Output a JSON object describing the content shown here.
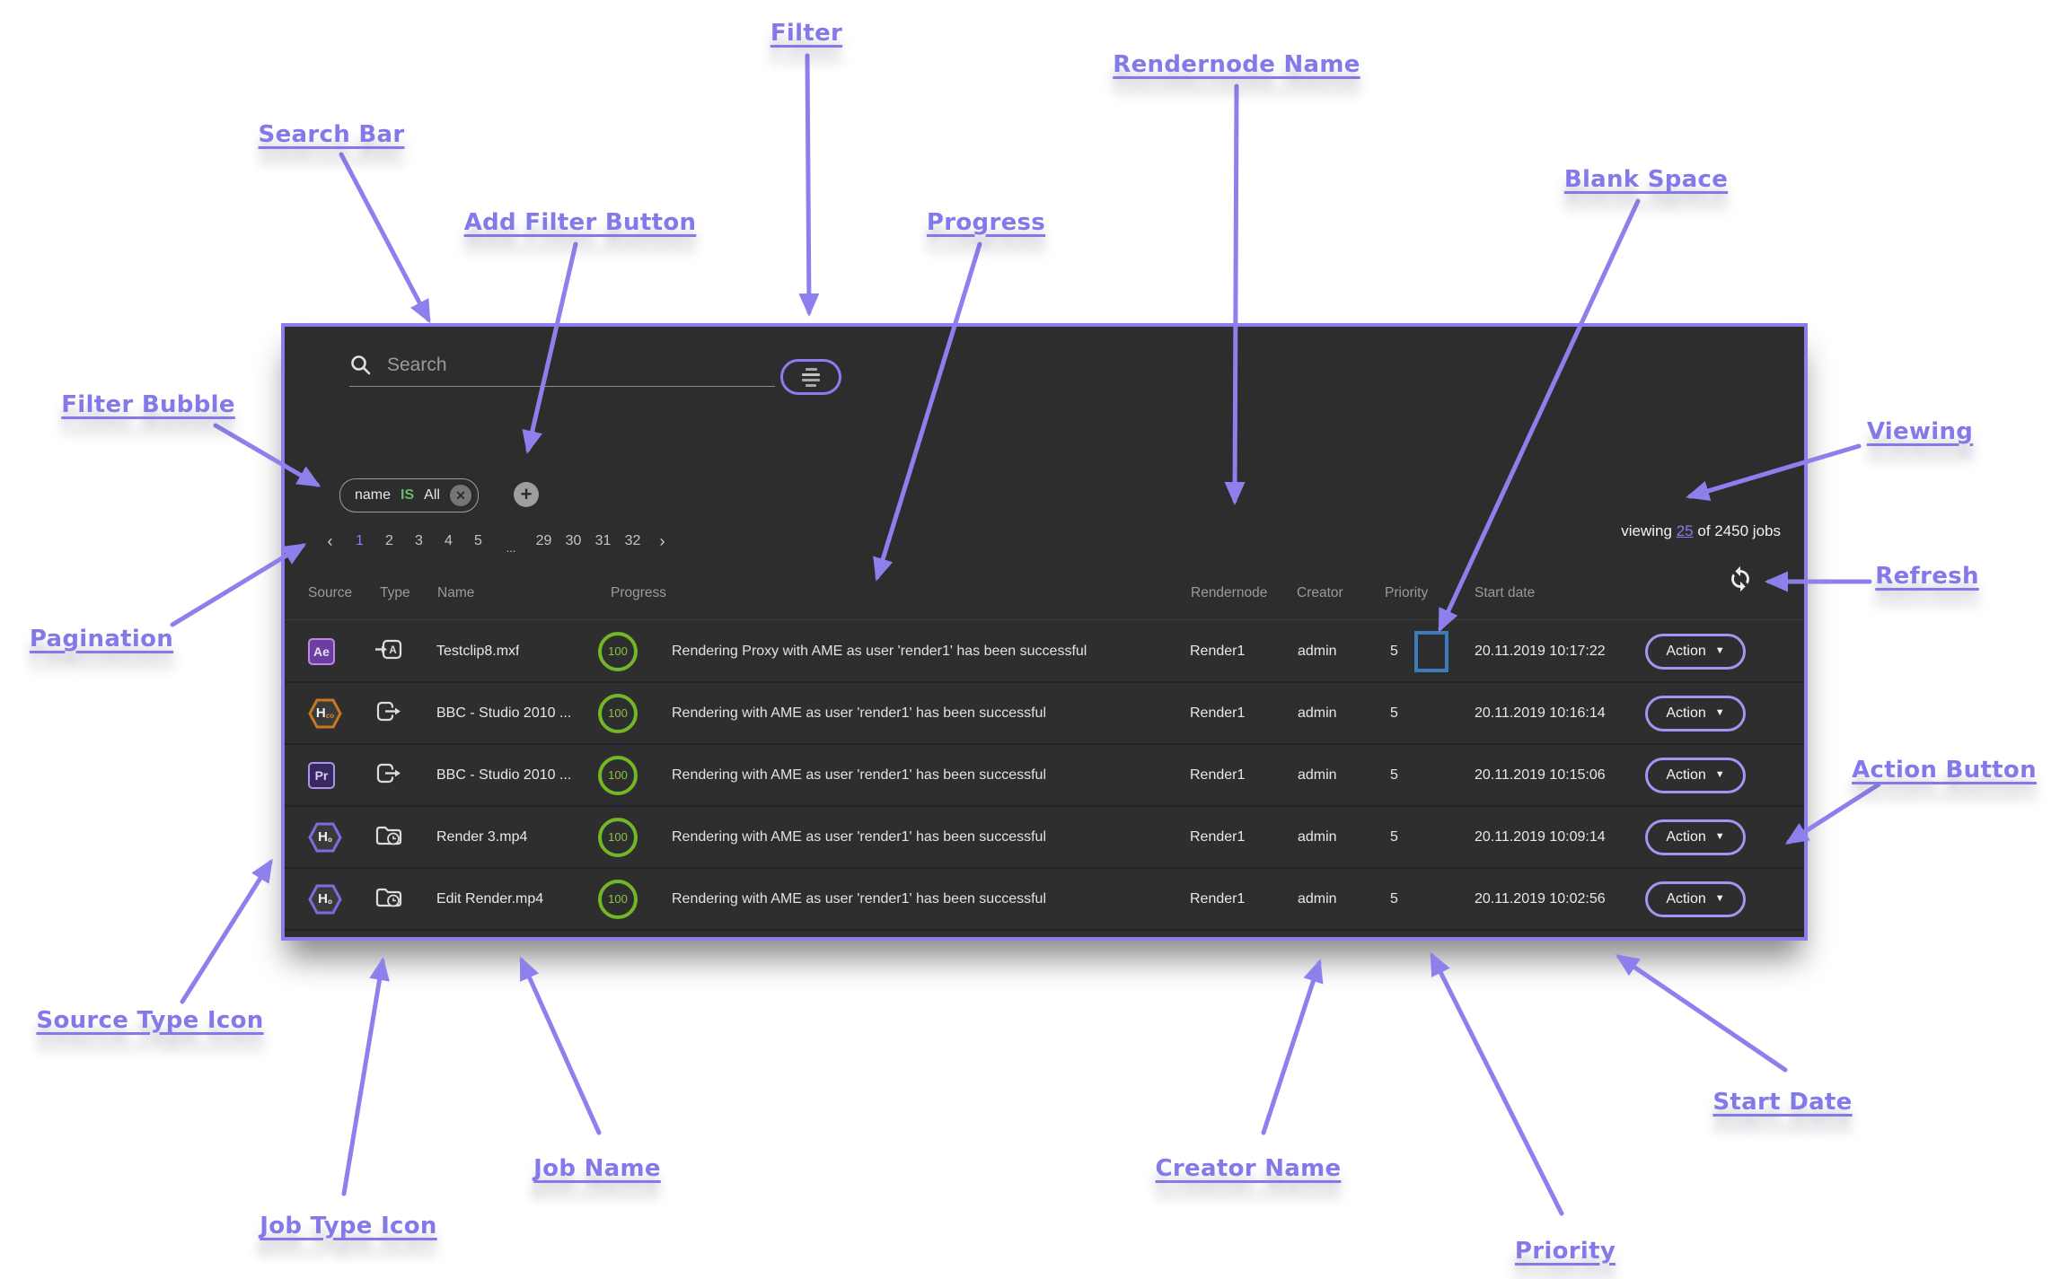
{
  "annotations": {
    "filter": "Filter",
    "rendernode_name": "Rendernode Name",
    "search_bar": "Search Bar",
    "add_filter_button": "Add Filter Button",
    "progress": "Progress",
    "blank_space": "Blank Space",
    "filter_bubble": "Filter Bubble",
    "viewing": "Viewing",
    "refresh": "Refresh",
    "pagination": "Pagination",
    "action_button": "Action Button",
    "source_type_icon": "Source Type Icon",
    "start_date": "Start Date",
    "job_name": "Job Name",
    "creator_name": "Creator Name",
    "job_type_icon": "Job Type Icon",
    "priority": "Priority"
  },
  "panel": {
    "search": {
      "placeholder": "Search"
    },
    "filter_bubble": {
      "field": "name",
      "operator": "IS",
      "value": "All",
      "close_glyph": "✕"
    },
    "add_filter_glyph": "+",
    "pagination": {
      "prev": "‹",
      "pages_start": [
        "1",
        "2",
        "3",
        "4",
        "5"
      ],
      "ellipsis": "...",
      "pages_end": [
        "29",
        "30",
        "31",
        "32"
      ],
      "next": "›",
      "current_page": "1"
    },
    "viewing": {
      "prefix": "viewing",
      "count": "25",
      "suffix": "of 2450 jobs"
    },
    "columns": [
      "Source",
      "Type",
      "Name",
      "Progress",
      "Rendernode",
      "Creator",
      "Priority",
      "Start date"
    ],
    "action_label": "Action",
    "rows": [
      {
        "source": {
          "variant": "badge-ae",
          "label": "Ae",
          "sub": ""
        },
        "type_icon": "encode",
        "name": "Testclip8.mxf",
        "progress": "100",
        "message": "Rendering Proxy with AME as user 'render1' has been successful",
        "rendernode": "Render1",
        "creator": "admin",
        "priority": "5",
        "blank": true,
        "start_date": "20.11.2019 10:17:22"
      },
      {
        "source": {
          "variant": "hex-orange",
          "label": "H",
          "sub": "co"
        },
        "type_icon": "export",
        "name": "BBC - Studio 2010 ...",
        "progress": "100",
        "message": "Rendering with AME as user 'render1' has been successful",
        "rendernode": "Render1",
        "creator": "admin",
        "priority": "5",
        "blank": false,
        "start_date": "20.11.2019 10:16:14"
      },
      {
        "source": {
          "variant": "badge-pr",
          "label": "Pr",
          "sub": ""
        },
        "type_icon": "export",
        "name": "BBC - Studio 2010 ...",
        "progress": "100",
        "message": "Rendering with AME as user 'render1' has been successful",
        "rendernode": "Render1",
        "creator": "admin",
        "priority": "5",
        "blank": false,
        "start_date": "20.11.2019 10:15:06"
      },
      {
        "source": {
          "variant": "hex-purple",
          "label": "H",
          "sub": "o"
        },
        "type_icon": "watchfolder",
        "name": "Render 3.mp4",
        "progress": "100",
        "message": "Rendering with AME as user 'render1' has been successful",
        "rendernode": "Render1",
        "creator": "admin",
        "priority": "5",
        "blank": false,
        "start_date": "20.11.2019 10:09:14"
      },
      {
        "source": {
          "variant": "hex-purple",
          "label": "H",
          "sub": "o"
        },
        "type_icon": "watchfolder",
        "name": "Edit Render.mp4",
        "progress": "100",
        "message": "Rendering with AME as user 'render1' has been successful",
        "rendernode": "Render1",
        "creator": "admin",
        "priority": "5",
        "blank": false,
        "start_date": "20.11.2019 10:02:56"
      }
    ]
  }
}
